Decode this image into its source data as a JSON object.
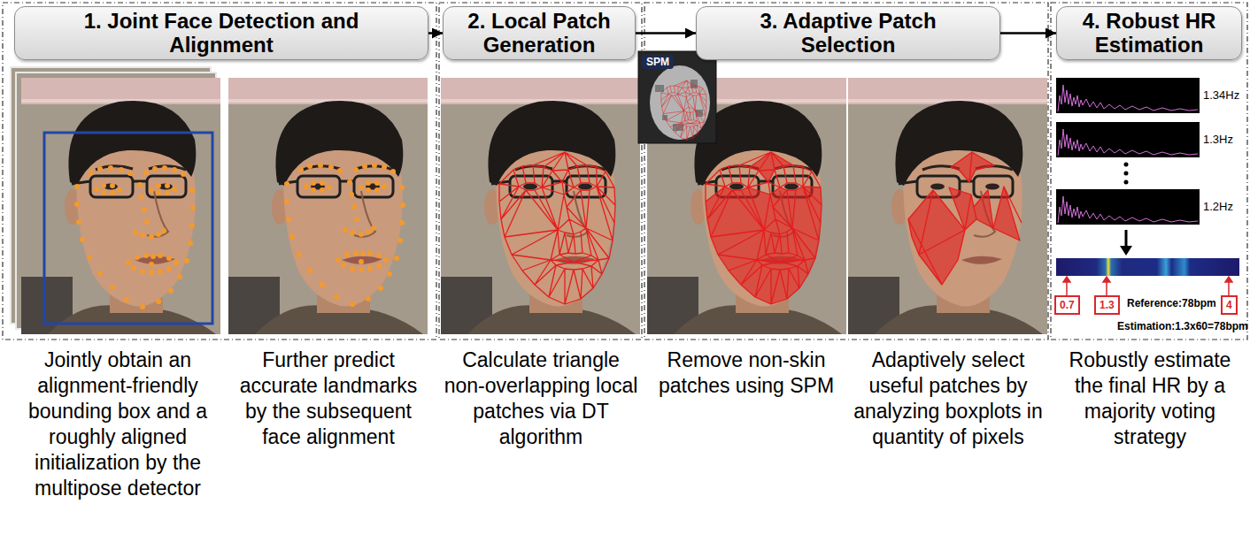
{
  "diagram": {
    "nodes": [
      {
        "text": [
          "1. Joint Face Detection and Alignment"
        ]
      },
      {
        "text": [
          "2. Local Patch Generation"
        ]
      },
      {
        "text": [
          "SPM"
        ]
      },
      {
        "text": [
          "3. Adaptive Patch Selection"
        ]
      },
      {
        "text": [
          "4. Robust HR Estimation"
        ]
      },
      {
        "text": [
          "0.7"
        ]
      },
      {
        "text": [
          "1.3"
        ]
      },
      {
        "text": [
          "4"
        ]
      }
    ],
    "edges": [
      {
        "from": 0,
        "to": 1,
        "arrow": "to"
      },
      {
        "from": 1,
        "to": 3,
        "arrow": "to"
      },
      {
        "from": 3,
        "to": 4,
        "arrow": "to"
      }
    ],
    "labels": [
      "Jointly obtain an alignment-friendly bounding box and a roughly aligned initialization by the multipose detector",
      "Further predict accurate landmarks by the subsequent face alignment",
      "Calculate triangle non-overlapping local patches via DT algorithm",
      "Remove non-skin patches using SPM",
      "Adaptively select useful patches by analyzing boxplots in quantity of pixels",
      "Robustly estimate the final HR by a majority voting strategy",
      "1.34Hz",
      "1.3Hz",
      "1.2Hz",
      "Reference:78bpm",
      "Estimation:1.3x60=78bpm"
    ]
  }
}
